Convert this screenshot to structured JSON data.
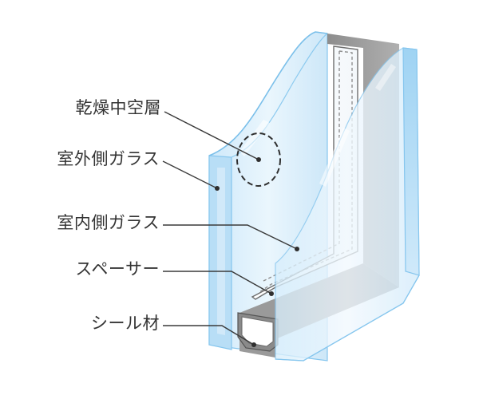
{
  "labels": {
    "dry_air_layer": "乾燥中空層",
    "outer_glass": "室外側ガラス",
    "inner_glass": "室内側ガラス",
    "spacer": "スペーサー",
    "sealant": "シール材"
  },
  "colors": {
    "glass_face": "#dbeefb",
    "glass_edge": "#a9d7f3",
    "glass_outline": "#7cc0ea",
    "spacer_gray": "#9c9c9c",
    "spacer_dark": "#7a7a7a",
    "spacer_light": "#bcbcbc",
    "label_text": "#333333",
    "leader_line": "#3a3a3a"
  },
  "icons": {
    "highlight": "dashed-circle-icon"
  }
}
